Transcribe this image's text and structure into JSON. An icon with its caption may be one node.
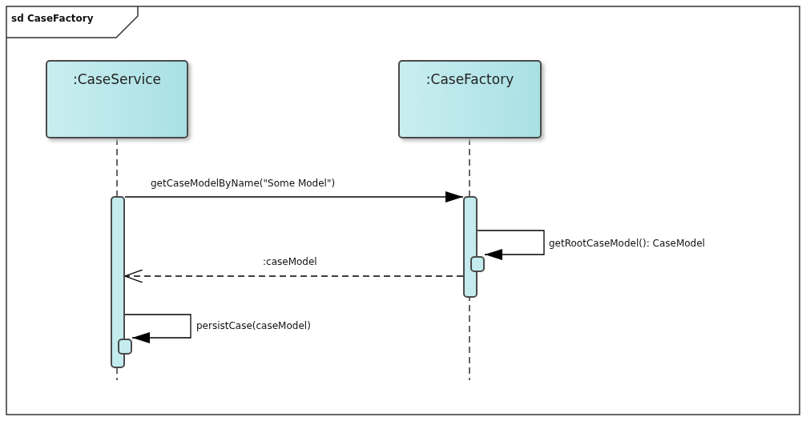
{
  "diagram": {
    "title": "sd CaseFactory",
    "nodes": [
      {
        "text": [
          ":CaseService"
        ]
      },
      {
        "text": [
          ":CaseFactory"
        ]
      },
      {
        "text": [],
        "shape": "bar"
      },
      {
        "text": [],
        "shape": "bar"
      },
      {
        "text": [],
        "shape": "bar"
      },
      {
        "text": [],
        "shape": "bar"
      }
    ],
    "edges": [
      {
        "from": 2,
        "to": 3,
        "arrow": "to",
        "label": "getCaseModelByName(\"Some Model\")"
      },
      {
        "from": 3,
        "to": 4,
        "arrow": "to",
        "label": "getRootCaseModel(): CaseModel"
      },
      {
        "from": 3,
        "to": 2,
        "arrow": "to",
        "label": ":caseModel",
        "style": "dashed"
      },
      {
        "from": 2,
        "to": 5,
        "arrow": "to",
        "label": "persistCase(caseModel)"
      }
    ]
  }
}
